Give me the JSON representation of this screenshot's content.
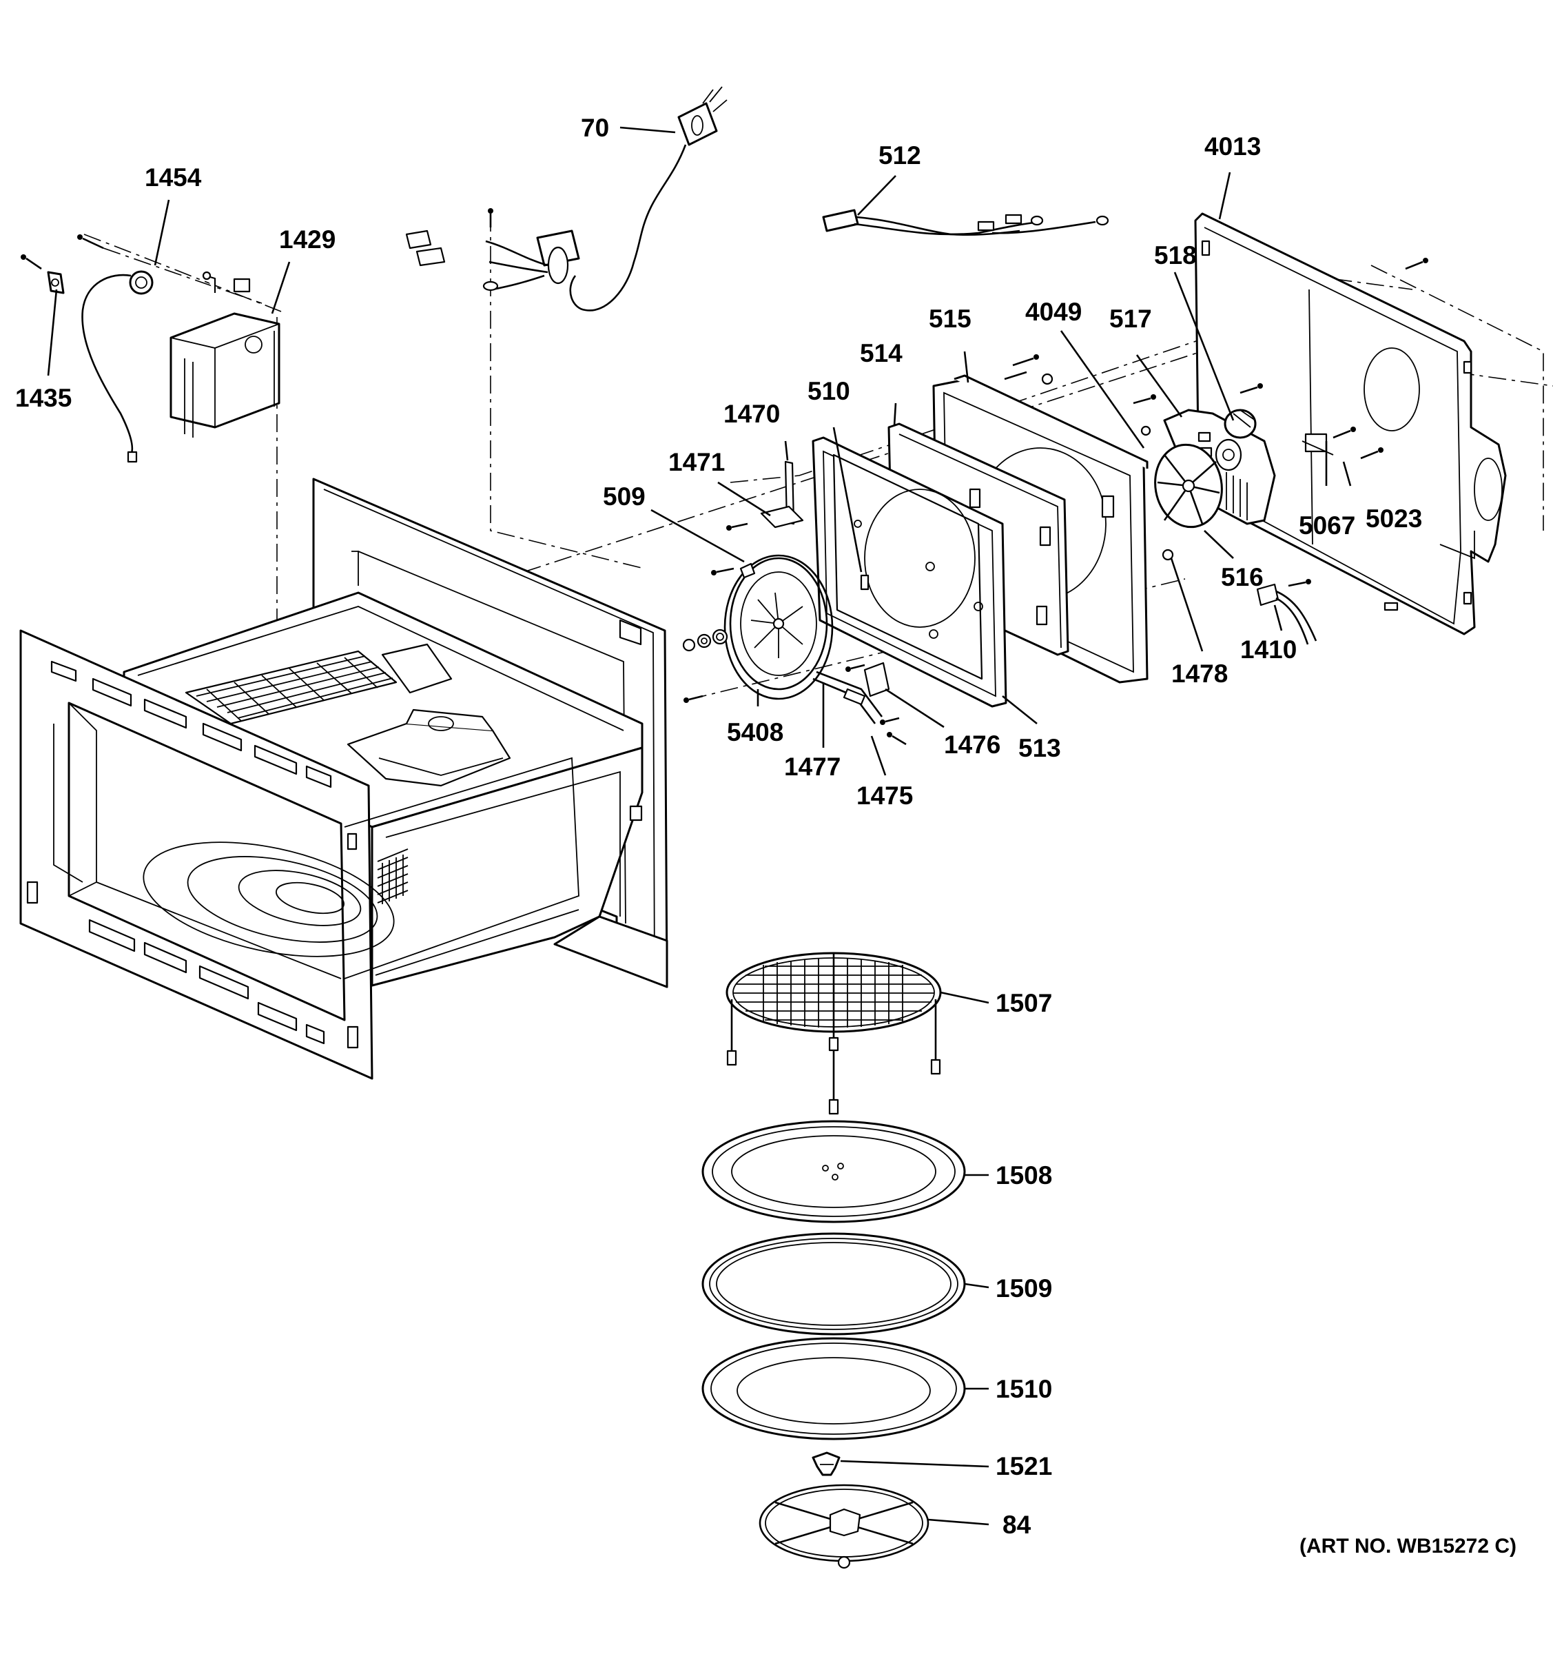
{
  "diagram": {
    "callouts": {
      "c70": "70",
      "c1454": "1454",
      "c1429": "1429",
      "c1435": "1435",
      "c512": "512",
      "c4013": "4013",
      "c518": "518",
      "c515": "515",
      "c4049": "4049",
      "c517": "517",
      "c514": "514",
      "c510": "510",
      "c1470": "1470",
      "c1471": "1471",
      "c509": "509",
      "c5067": "5067",
      "c5023": "5023",
      "c516": "516",
      "c1410": "1410",
      "c1478": "1478",
      "c5408": "5408",
      "c1477": "1477",
      "c1476": "1476",
      "c513": "513",
      "c1475": "1475",
      "c1507": "1507",
      "c1508": "1508",
      "c1509": "1509",
      "c1510": "1510",
      "c1521": "1521",
      "c84": "84"
    },
    "art_number": "(ART NO. WB15272 C)"
  }
}
